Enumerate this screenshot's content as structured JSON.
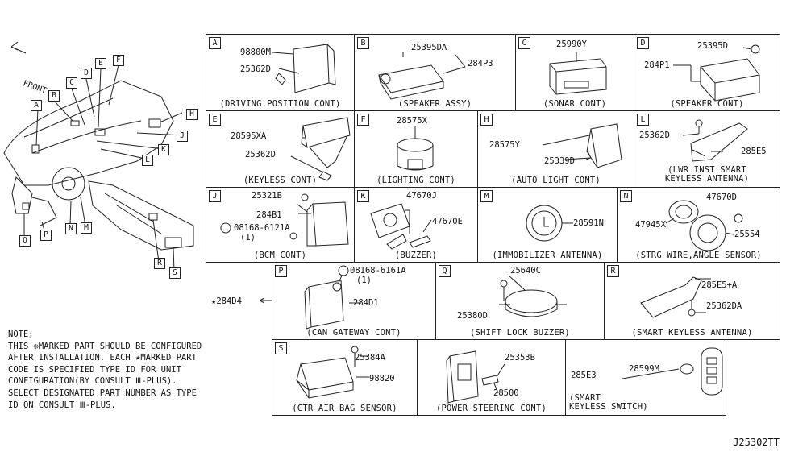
{
  "overview": {
    "front_label": "FRONT",
    "tags": [
      "A",
      "B",
      "C",
      "D",
      "E",
      "F",
      "H",
      "J",
      "K",
      "L",
      "M",
      "N",
      "O",
      "P",
      "R",
      "S"
    ]
  },
  "cells": {
    "A": {
      "tag": "A",
      "caption": "(DRIVING POSITION CONT)",
      "parts": [
        "98800M",
        "25362D"
      ]
    },
    "B": {
      "tag": "B",
      "caption": "(SPEAKER ASSY)",
      "parts": [
        "25395DA",
        "284P3"
      ]
    },
    "C": {
      "tag": "C",
      "caption": "(SONAR CONT)",
      "parts": [
        "25990Y"
      ]
    },
    "D": {
      "tag": "D",
      "caption": "(SPEAKER CONT)",
      "parts": [
        "25395D",
        "284P1"
      ]
    },
    "E": {
      "tag": "E",
      "caption": "(KEYLESS CONT)",
      "parts": [
        "28595XA",
        "25362D"
      ]
    },
    "F": {
      "tag": "F",
      "caption": "(LIGHTING CONT)",
      "parts": [
        "28575X"
      ]
    },
    "H": {
      "tag": "H",
      "caption": "(AUTO LIGHT CONT)",
      "parts": [
        "28575Y",
        "25339D"
      ]
    },
    "L": {
      "tag": "L",
      "caption_1": "(LWR INST SMART",
      "caption_2": "KEYLESS ANTENNA)",
      "parts": [
        "25362D",
        "285E5"
      ]
    },
    "J": {
      "tag": "J",
      "caption": "(BCM CONT)",
      "parts": [
        "25321B",
        "284B1",
        "08168-6121A",
        "(1)"
      ]
    },
    "K": {
      "tag": "K",
      "caption": "(BUZZER)",
      "parts": [
        "47670J",
        "47670E"
      ]
    },
    "M": {
      "tag": "M",
      "caption": "(IMMOBILIZER ANTENNA)",
      "parts": [
        "28591N"
      ]
    },
    "N": {
      "tag": "N",
      "caption": "(STRG WIRE,ANGLE SENSOR)",
      "parts": [
        "47670D",
        "47945X",
        "25554"
      ]
    },
    "P": {
      "tag": "P",
      "caption": "(CAN GATEWAY CONT)",
      "parts": [
        "08168-6161A",
        "(1)",
        "284D1"
      ]
    },
    "Q": {
      "tag": "Q",
      "caption": "(SHIFT LOCK BUZZER)",
      "parts": [
        "25640C",
        "25380D"
      ]
    },
    "R": {
      "tag": "R",
      "caption": "(SMART KEYLESS ANTENNA)",
      "parts": [
        "285E5+A",
        "25362DA"
      ]
    },
    "S": {
      "tag": "S",
      "caption": "(CTR AIR BAG SENSOR)",
      "parts": [
        "25384A",
        "98820"
      ]
    },
    "T": {
      "caption": "(POWER STEERING CONT)",
      "parts": [
        "25353B",
        "28500"
      ]
    },
    "U": {
      "caption_1": "(SMART",
      "caption_2": "KEYLESS SWITCH)",
      "parts": [
        "285E3",
        "28599M"
      ]
    }
  },
  "outside_label": "★284D4",
  "note": "NOTE;\nTHIS ❊MARKED PART SHOULD BE CONFIGURED\nAFTER INSTALLATION. EACH ★MARKED PART\nCODE IS SPECIFIED TYPE ID FOR UNIT\nCONFIGURATION(BY CONSULT Ⅲ-PLUS).\nSELECT DESIGNATED PART NUMBER AS TYPE\nID ON CONSULT Ⅲ-PLUS.",
  "diagram_id": "J25302TT"
}
